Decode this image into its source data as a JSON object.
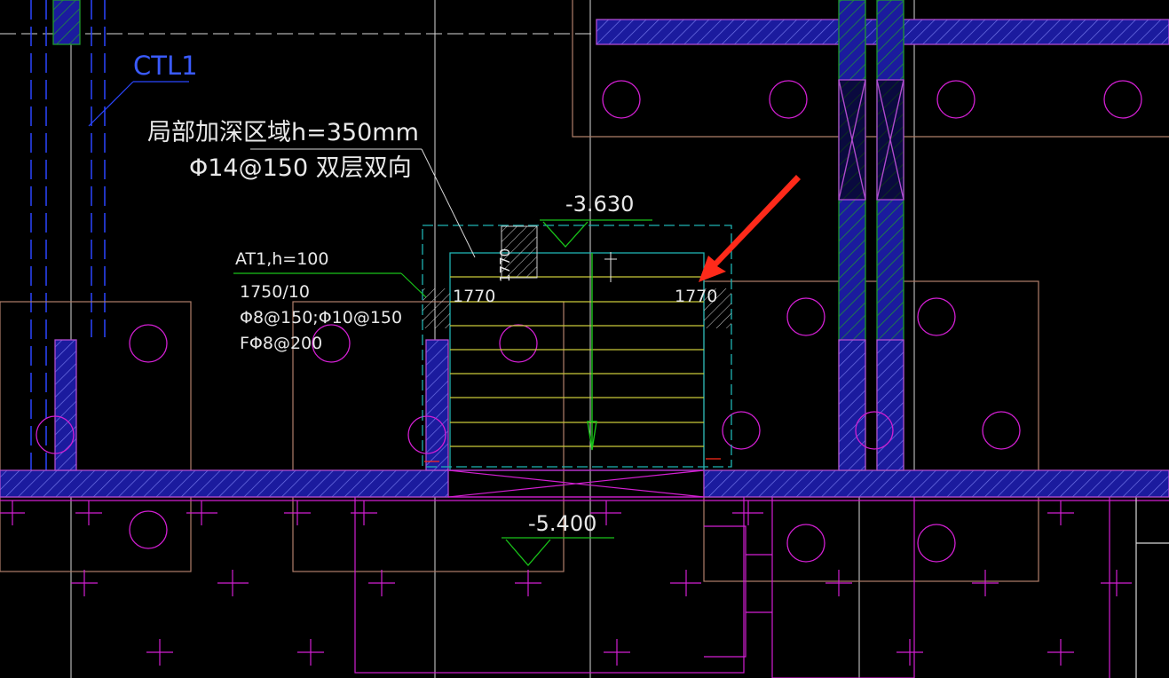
{
  "colors": {
    "background": "#000000",
    "wall_fill": "#1b1b9e",
    "wall_outline": "#b04bd0",
    "wall_hatch": "#6f73e8",
    "green_wall": "#1f9a2f",
    "magenta": "#d21fd2",
    "tan": "#b07f6a",
    "white_line": "#d8d8d8",
    "cyan_dash": "#1fb3b3",
    "yellow_tread": "#c9c93a",
    "green": "#19c419",
    "blue_dash": "#2a46ff",
    "red_arrow": "#ff2a1a"
  },
  "labels": {
    "ctl": "CTL1",
    "note_area": "局部加深区域h=350mm",
    "note_rebar": "Φ14@150 双层双向",
    "elev_top": "-3.630",
    "elev_bottom": "-5.400",
    "stair_name": "AT1,h=100",
    "stair_steps": "1750/10",
    "stair_rebar1": "Φ8@150;Φ10@150",
    "stair_rebar2": "FΦ8@200",
    "dim_top": "1770",
    "dim_left": "1770",
    "dim_right": "1770"
  },
  "icons": {
    "arrow": "red-pointer-arrow",
    "column_marker": "circle-marker",
    "grid_marker": "crosshair-marker"
  }
}
